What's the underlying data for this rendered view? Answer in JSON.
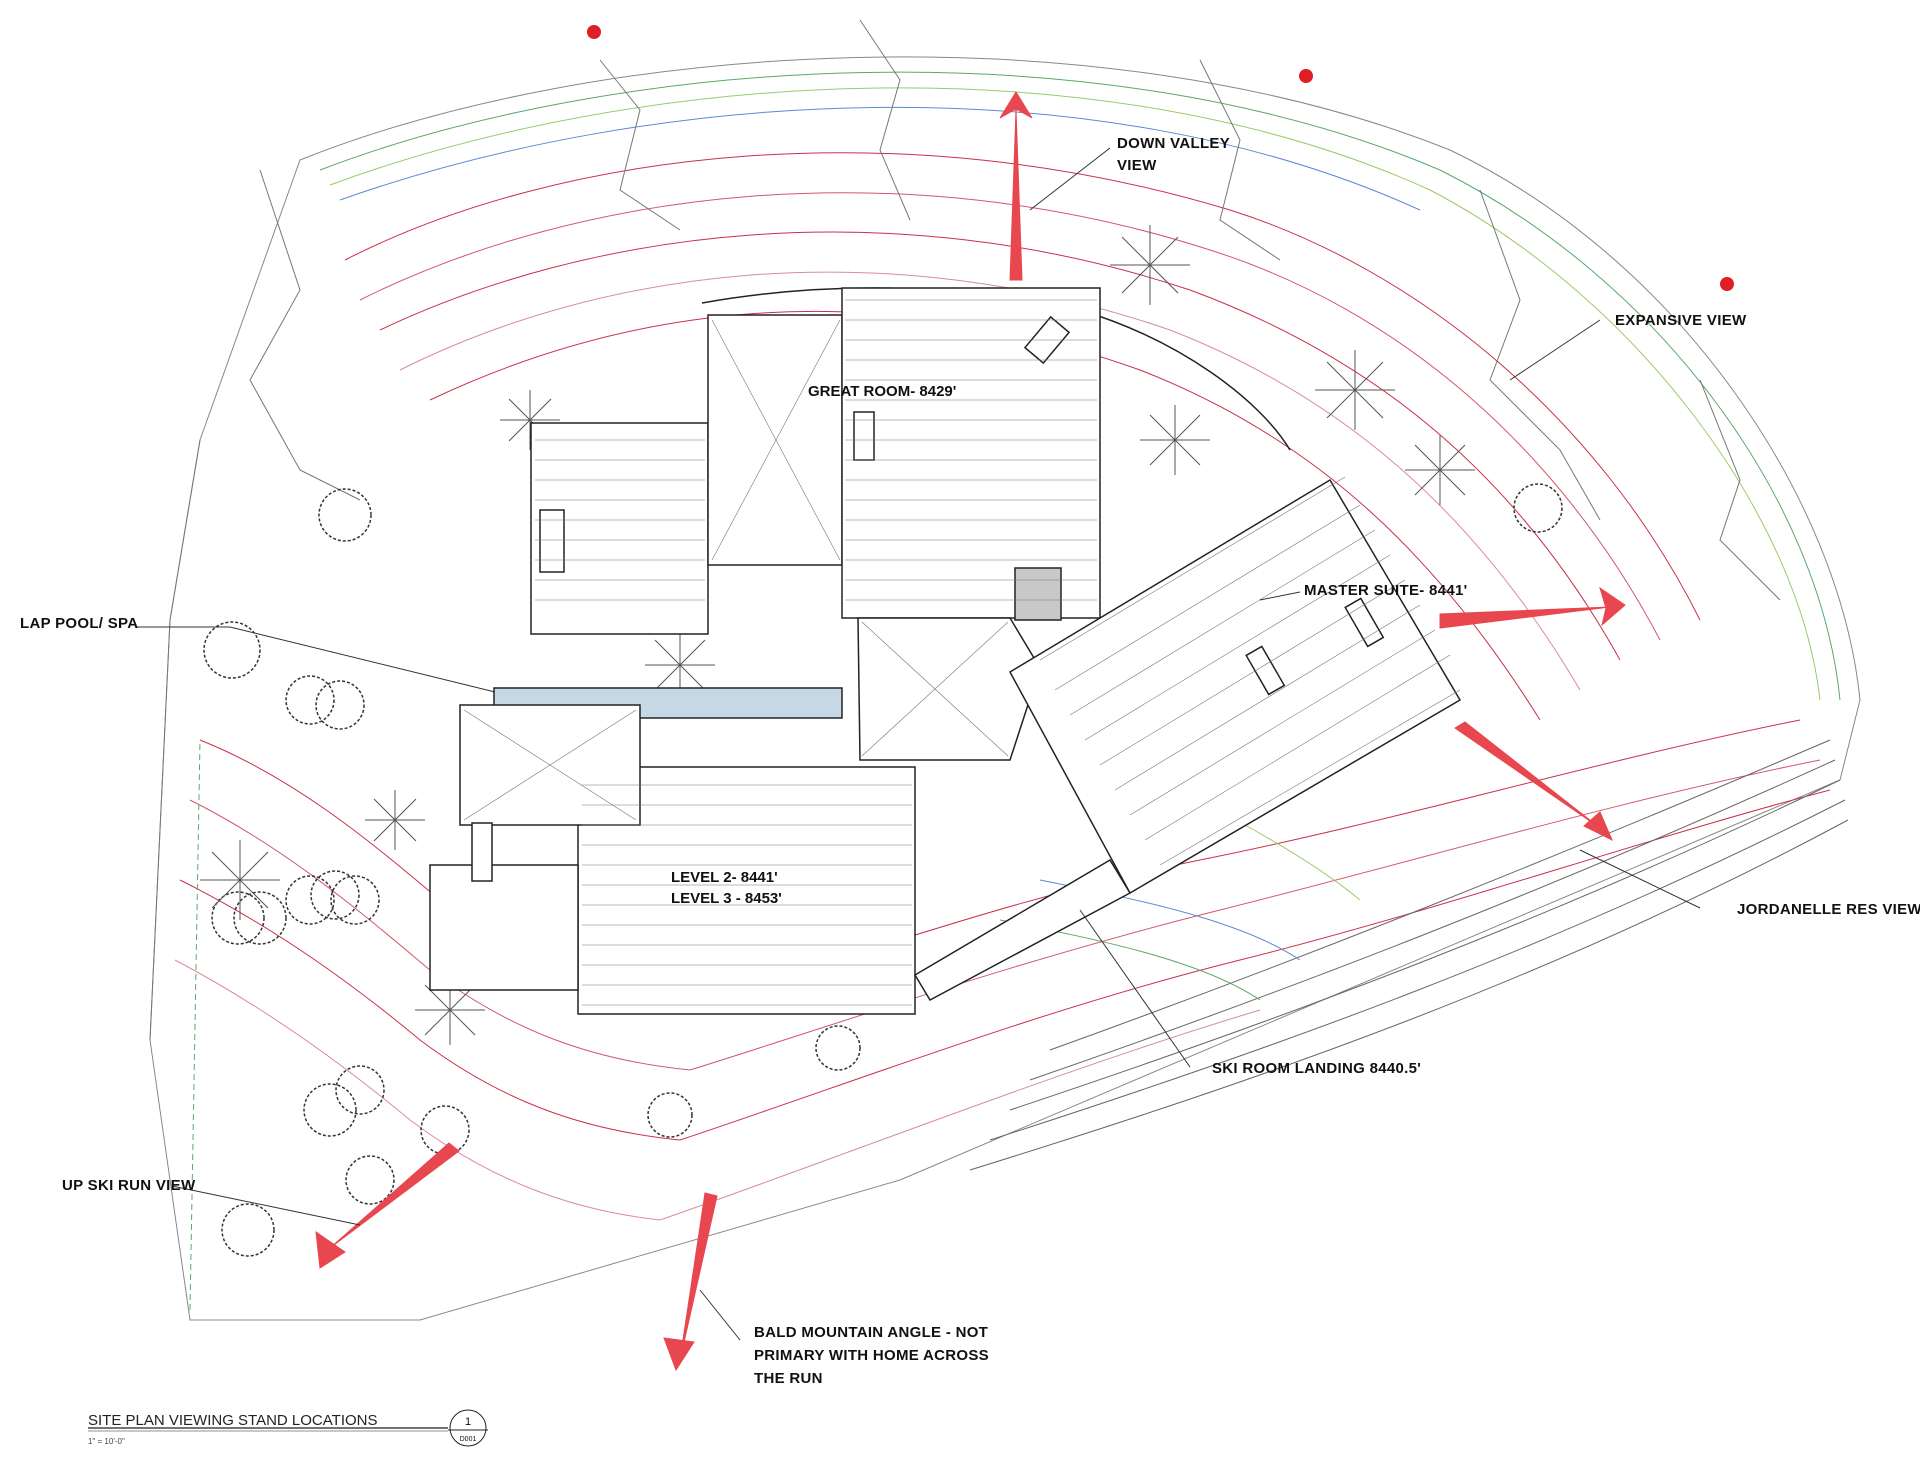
{
  "labels": {
    "down_valley": [
      "DOWN VALLEY",
      "VIEW"
    ],
    "expansive": "EXPANSIVE VIEW",
    "lap_pool": "LAP POOL/ SPA",
    "master_suite": "MASTER SUITE- 8441'",
    "jordanelle": "JORDANELLE RES VIEW",
    "ski_room": "SKI ROOM LANDING 8440.5'",
    "up_ski_run": "UP SKI RUN VIEW",
    "bald_mountain": [
      "BALD MOUNTAIN ANGLE - NOT",
      "PRIMARY WITH HOME ACROSS",
      "THE RUN"
    ]
  },
  "rooms": {
    "great_room": "GREAT ROOM- 8429'",
    "level2": "LEVEL 2- 8441'",
    "level3": "LEVEL 3 - 8453'"
  },
  "title_block": {
    "title": "SITE PLAN VIEWING STAND LOCATIONS",
    "scale": "1\" = 10'-0\"",
    "detail_number": "1",
    "sheet": "D001"
  },
  "colors": {
    "arrow": "#e8474f",
    "contour_red": "#c9304a",
    "contour_green": "#5aa86a",
    "contour_blue": "#5a8ad0",
    "linework": "#333333",
    "marker": "#e01e25",
    "pool": "#c5d8e6",
    "chimney_fill": "#c8c8c8"
  },
  "icons": [
    "view-arrow-icon",
    "tree-symbol-icon",
    "survey-marker-icon",
    "section-bubble-icon"
  ]
}
